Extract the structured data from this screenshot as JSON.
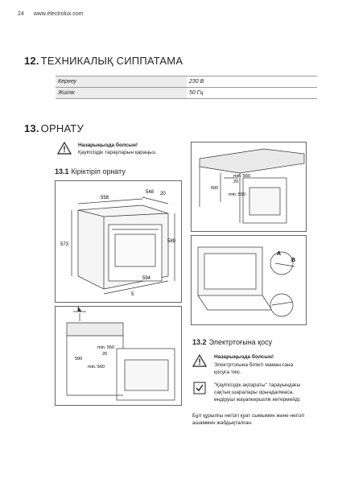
{
  "header": {
    "page_number": "24",
    "site": "www.electrolux.com"
  },
  "section12": {
    "number": "12.",
    "title": "ТЕХНИКАЛЫҚ СИППАТАМА",
    "rows": [
      {
        "label": "Кернеу",
        "value": "230 В"
      },
      {
        "label": "Жиілік",
        "value": "50 Гц"
      }
    ]
  },
  "section13": {
    "number": "13.",
    "title": "ОРНАТУ",
    "warning": {
      "title": "Назарыңызда болсын!",
      "body": "Қауіпсіздік тарауларын қараңыз."
    },
    "sub1": {
      "number": "13.1",
      "title": "Кіріктіріп орнату"
    },
    "sub2": {
      "number": "13.2",
      "title": "Электртоғына қосу"
    },
    "warning2": {
      "title": "Назарыңызда болсын!",
      "body_line1": "Электртоғына білікті маман ғана",
      "body_line2": "қосуға тиіс."
    },
    "info": {
      "line1": "\"Қауіпсіздік ақпараты\" тарауындағы",
      "line2": "сақтық шаралары орындалмаса,",
      "line3": "өндіруші жауапкершілік көтермейді."
    },
    "footer": {
      "line1": "Бұл құрылғы негізгі қуат сымымен және негізгі",
      "line2": "ашаммен жабдықталған."
    }
  },
  "diagram_labels": {
    "d1": {
      "w548": "548",
      "w20": "20",
      "w558": "558",
      "h573": "573",
      "h589": "589",
      "w594": "594",
      "w5": "5"
    },
    "d2": {
      "min560": "min. 560",
      "v20": "20",
      "v600": "600",
      "min550": "min. 550"
    },
    "d3": {
      "a": "A",
      "b": "B"
    },
    "d4": {
      "min550": "min. 550",
      "v20": "20",
      "v590": "590",
      "min560": "min. 560"
    }
  }
}
